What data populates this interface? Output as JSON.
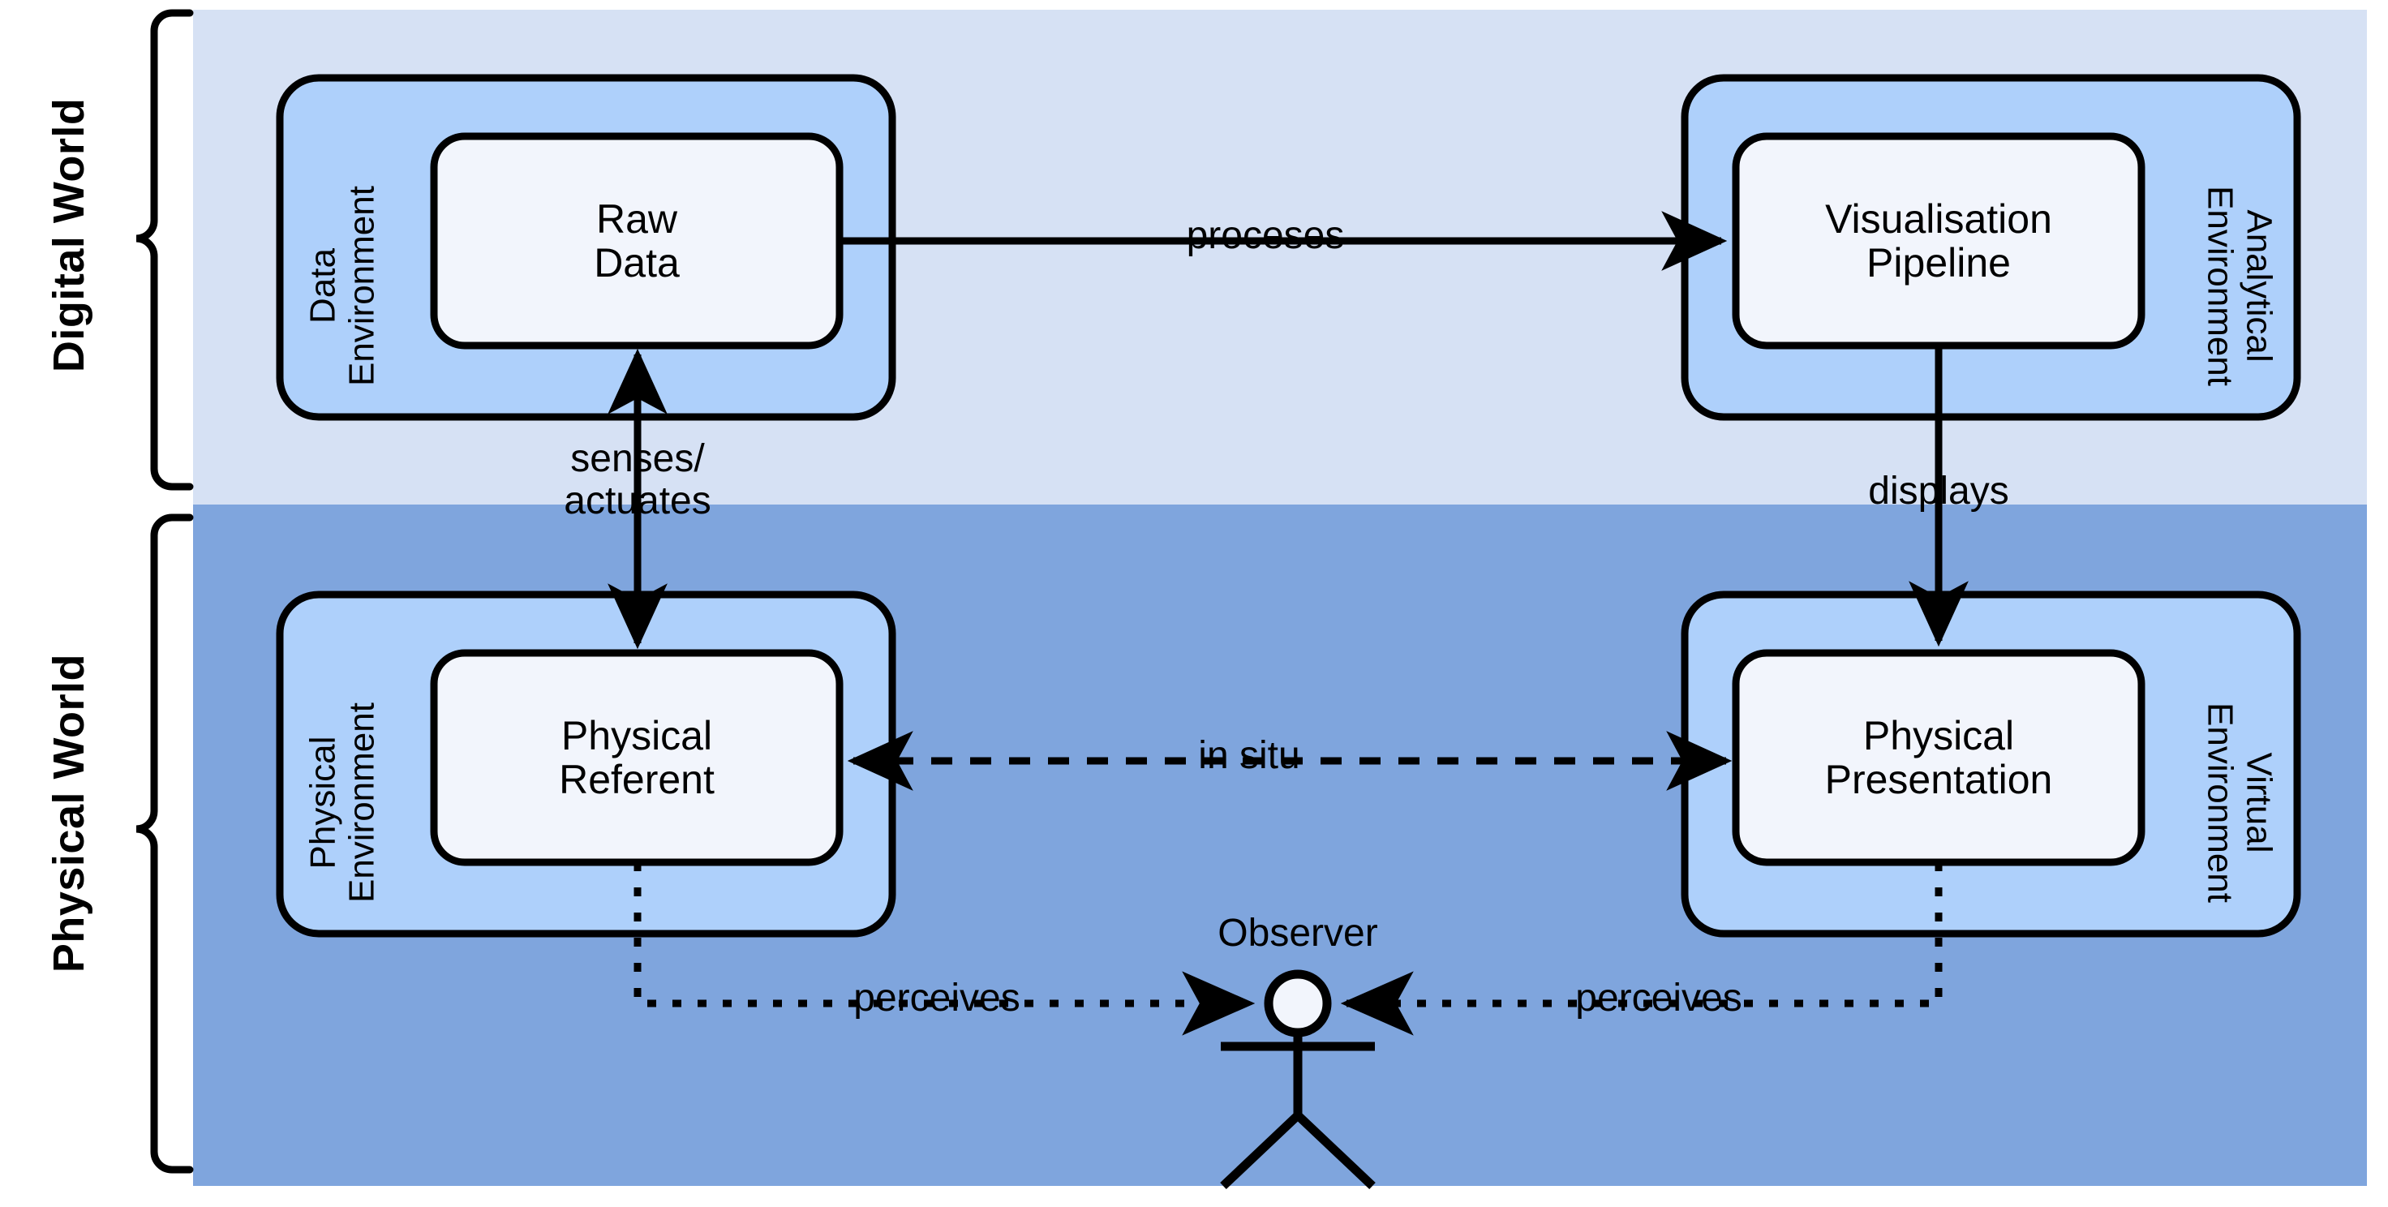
{
  "diagram": {
    "title": "Visualisation pipeline across digital and physical worlds",
    "colors": {
      "digital_band": "#d6e1f4",
      "physical_band": "#7fa5dd",
      "environment_box": "#aed0fb",
      "node_box": "#f2f5fc",
      "stroke": "#000000"
    }
  },
  "worlds": [
    {
      "id": "digital",
      "label": "Digital World"
    },
    {
      "id": "physical",
      "label": "Physical World"
    }
  ],
  "environments": [
    {
      "id": "data",
      "label": "Data\nEnvironment",
      "node": {
        "id": "raw-data",
        "label": "Raw\nData"
      }
    },
    {
      "id": "analytical",
      "label": "Analytical\nEnvironment",
      "node": {
        "id": "visualisation-pipeline",
        "label": "Visualisation\nPipeline"
      }
    },
    {
      "id": "physical",
      "label": "Physical\nEnvironment",
      "node": {
        "id": "physical-referent",
        "label": "Physical\nReferent"
      }
    },
    {
      "id": "virtual",
      "label": "Virtual\nEnvironment",
      "node": {
        "id": "physical-presentation",
        "label": "Physical\nPresentation"
      }
    }
  ],
  "edges": [
    {
      "id": "processes",
      "label": "proceses",
      "style": "solid",
      "arrows": "single"
    },
    {
      "id": "displays",
      "label": "displays",
      "style": "solid",
      "arrows": "single"
    },
    {
      "id": "senses-actuates",
      "label": "senses/\nactuates",
      "style": "solid",
      "arrows": "double"
    },
    {
      "id": "in-situ",
      "label": "in situ",
      "style": "dashed",
      "arrows": "double"
    },
    {
      "id": "perceives-left",
      "label": "perceives",
      "style": "dotted",
      "arrows": "single"
    },
    {
      "id": "perceives-right",
      "label": "perceives",
      "style": "dotted",
      "arrows": "single"
    }
  ],
  "actor": {
    "id": "observer",
    "label": "Observer"
  }
}
